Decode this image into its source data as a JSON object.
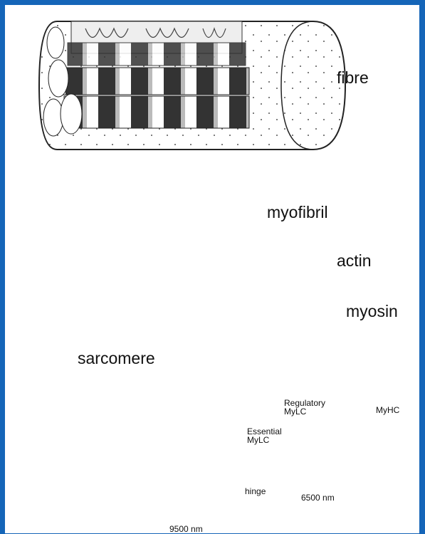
{
  "labels": {
    "fibre": "fibre",
    "myofibril": "myofibril",
    "actin": "actin",
    "myosin": "myosin",
    "sarcomere": "sarcomere",
    "regulatory_mylc": "Regulatory MyLC",
    "essential_mylc": "Essential MyLC",
    "myhc": "MyHC",
    "hinge": "hinge",
    "length_6500": "6500 nm",
    "length_9500": "9500 nm"
  },
  "colors": {
    "border": "#1565b8",
    "background": "#ffffff",
    "ink": "#111111",
    "head_fill": "#b9b9b9"
  }
}
